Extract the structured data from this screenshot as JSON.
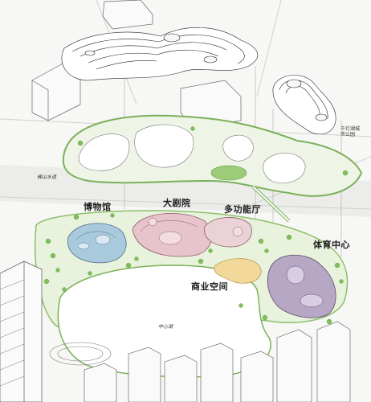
{
  "labels": {
    "museum": "博物馆",
    "grand_theatre": "大剧院",
    "multi_hall": "多功能厅",
    "sports_center": "体育中心",
    "commercial_space": "商业空间",
    "central_lake": "中心湖",
    "foshan_waterway": "佛山水道",
    "qiandeng_lake_park": "千灯湖城市公园"
  },
  "colors": {
    "background": "#f7f7f5",
    "park_green": "#b9d98d",
    "tree_green": "#7fbf5a",
    "museum_blue": "#a9c9dd",
    "theatre_pink": "#e7c4cc",
    "sports_purple": "#b6a7c4",
    "plaza_yellow": "#f2d89a",
    "lake_white": "#ffffff",
    "road_gray": "#d6d6d3",
    "line_dark": "#555555"
  }
}
